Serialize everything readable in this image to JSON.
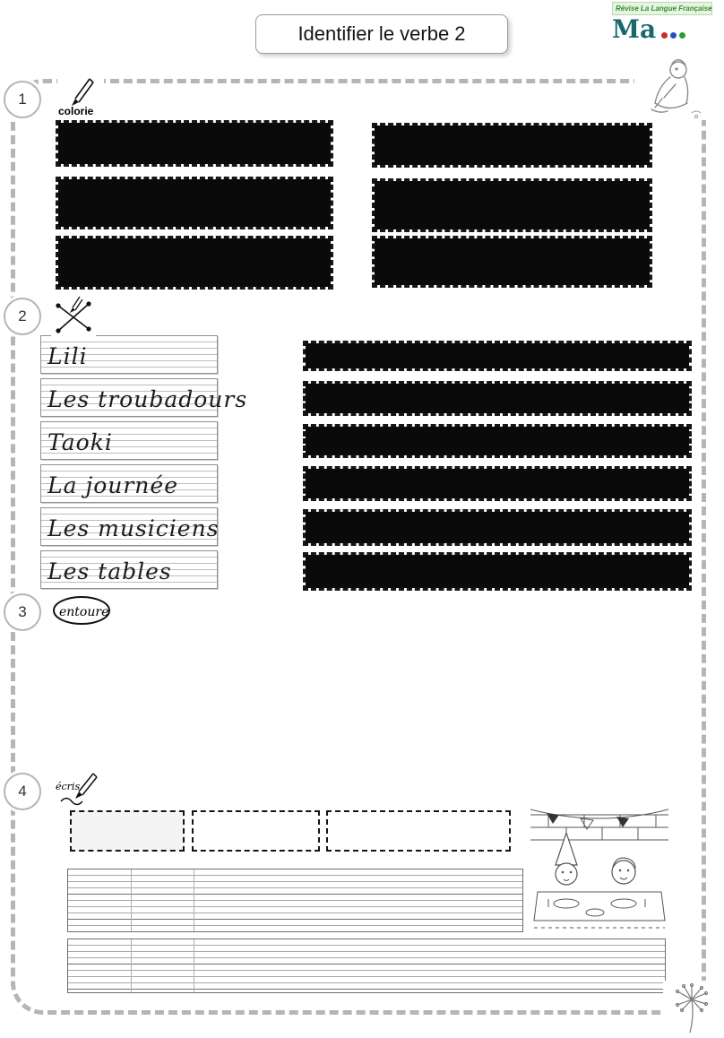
{
  "page": {
    "title": "Identifier le verbe 2"
  },
  "logo": {
    "banner": "Révise La Langue Française",
    "initials": "Ma",
    "colors": {
      "banner_green": "#2f8f2f",
      "initials_teal": "#17696e",
      "dot_red": "#cc2a2a",
      "dot_blue": "#2a4fc0",
      "dot_green": "#2f9a2f"
    }
  },
  "exercises": {
    "e1": {
      "number": "1",
      "icon_label": "colorie"
    },
    "e2": {
      "number": "2"
    },
    "e3": {
      "number": "3",
      "icon_label": "entoure"
    },
    "e4": {
      "number": "4",
      "icon_label": "écris"
    }
  },
  "match_words": [
    "Lili",
    "Les troubadours",
    "Taoki",
    "La journée",
    "Les musiciens",
    "Les tables"
  ]
}
